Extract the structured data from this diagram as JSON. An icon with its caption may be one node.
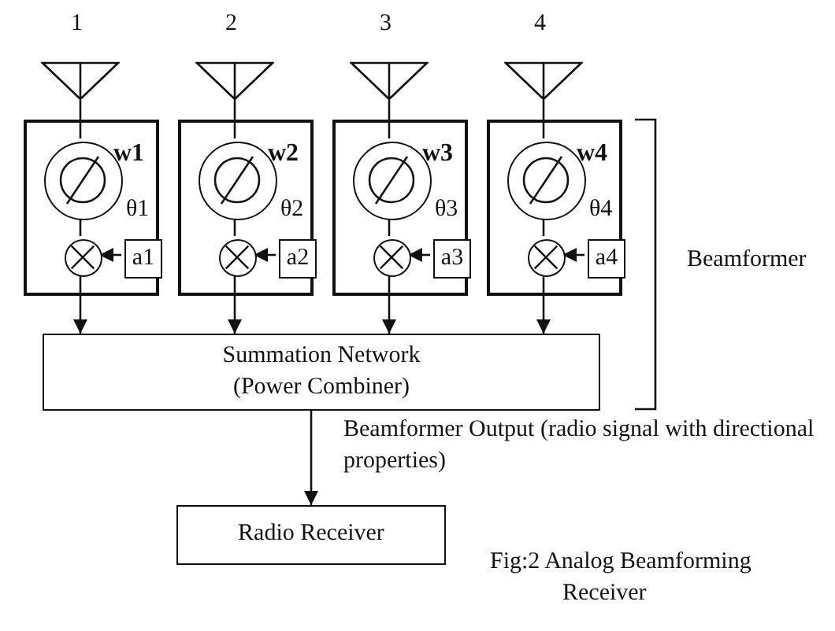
{
  "diagram": {
    "nodes": [
      {
        "text": [],
        "shape": "picture",
        "beside": [
          "1"
        ]
      },
      {
        "text": [],
        "shape": "box"
      },
      {
        "text": [],
        "shape": "circle",
        "in": 1,
        "beside": [
          "w1",
          "θ1"
        ]
      },
      {
        "text": [],
        "shape": "circle",
        "in": 1
      },
      {
        "text": [
          "a1"
        ],
        "in": 1
      },
      {
        "text": [],
        "shape": "picture",
        "beside": [
          "2"
        ]
      },
      {
        "text": [],
        "shape": "box"
      },
      {
        "text": [],
        "shape": "circle",
        "in": 6,
        "beside": [
          "w2",
          "θ2"
        ]
      },
      {
        "text": [],
        "shape": "circle",
        "in": 6
      },
      {
        "text": [
          "a2"
        ],
        "in": 6
      },
      {
        "text": [],
        "shape": "picture",
        "beside": [
          "3"
        ]
      },
      {
        "text": [],
        "shape": "box"
      },
      {
        "text": [],
        "shape": "circle",
        "in": 11,
        "beside": [
          "w3",
          "θ3"
        ]
      },
      {
        "text": [],
        "shape": "circle",
        "in": 11
      },
      {
        "text": [
          "a3"
        ],
        "in": 11
      },
      {
        "text": [],
        "shape": "picture",
        "beside": [
          "4"
        ]
      },
      {
        "text": [],
        "shape": "box"
      },
      {
        "text": [],
        "shape": "circle",
        "in": 16,
        "beside": [
          "w4",
          "θ4"
        ]
      },
      {
        "text": [],
        "shape": "circle",
        "in": 16
      },
      {
        "text": [
          "a4"
        ],
        "in": 16
      },
      {
        "text": [
          "Summation Network (Power Combiner)"
        ]
      },
      {
        "text": [
          "Radio Receiver"
        ]
      }
    ],
    "edges": [
      {
        "from": 0,
        "to": 2,
        "arrow": "none"
      },
      {
        "from": 2,
        "to": 3,
        "arrow": "none"
      },
      {
        "from": 4,
        "to": 3,
        "arrow": "to"
      },
      {
        "from": 3,
        "to": 20,
        "arrow": "to"
      },
      {
        "from": 5,
        "to": 7,
        "arrow": "none"
      },
      {
        "from": 7,
        "to": 8,
        "arrow": "none"
      },
      {
        "from": 9,
        "to": 8,
        "arrow": "to"
      },
      {
        "from": 8,
        "to": 20,
        "arrow": "to"
      },
      {
        "from": 10,
        "to": 12,
        "arrow": "none"
      },
      {
        "from": 12,
        "to": 13,
        "arrow": "none"
      },
      {
        "from": 14,
        "to": 13,
        "arrow": "to"
      },
      {
        "from": 13,
        "to": 20,
        "arrow": "to"
      },
      {
        "from": 15,
        "to": 17,
        "arrow": "none"
      },
      {
        "from": 17,
        "to": 18,
        "arrow": "none"
      },
      {
        "from": 19,
        "to": 18,
        "arrow": "to"
      },
      {
        "from": 18,
        "to": 20,
        "arrow": "to"
      },
      {
        "from": 20,
        "to": 21,
        "arrow": "to",
        "label": "Beamformer Output (radio signal with directional properties)"
      }
    ],
    "labels": [
      "Beamformer",
      "Fig:2 Analog Beamforming Receiver"
    ]
  }
}
